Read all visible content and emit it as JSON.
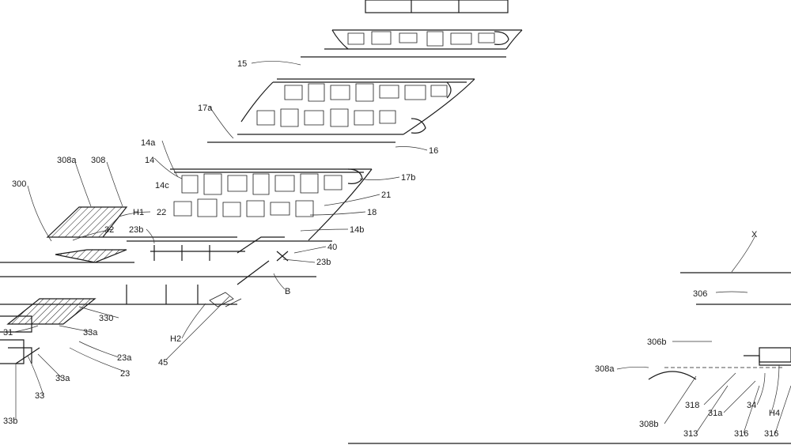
{
  "colors": {
    "ink": "#1a1a1a",
    "paper": "#ffffff"
  },
  "labels": {
    "l15": "15",
    "l17a": "17a",
    "l14a": "14a",
    "l14": "14",
    "l14c": "14c",
    "l16": "16",
    "l17b": "17b",
    "l21": "21",
    "l18": "18",
    "l14b": "14b",
    "l40": "40",
    "l23b_right": "23b",
    "lB": "B",
    "l308a": "308a",
    "l308": "308",
    "l300": "300",
    "lH1": "H1",
    "l22": "22",
    "l32": "32",
    "l23b": "23b",
    "l330": "330",
    "l31": "31",
    "l33a": "33a",
    "l23a": "23a",
    "l23": "23",
    "lH2": "H2",
    "l45": "45",
    "l33": "33",
    "l33b": "33b",
    "lX": "X",
    "r306": "306",
    "r306b": "306b",
    "r308a": "308a",
    "r318": "318",
    "r31a": "31a",
    "r34": "34",
    "rH4": "H4",
    "r308b": "308b",
    "r313": "313",
    "r316": "316",
    "r316b": "316"
  }
}
